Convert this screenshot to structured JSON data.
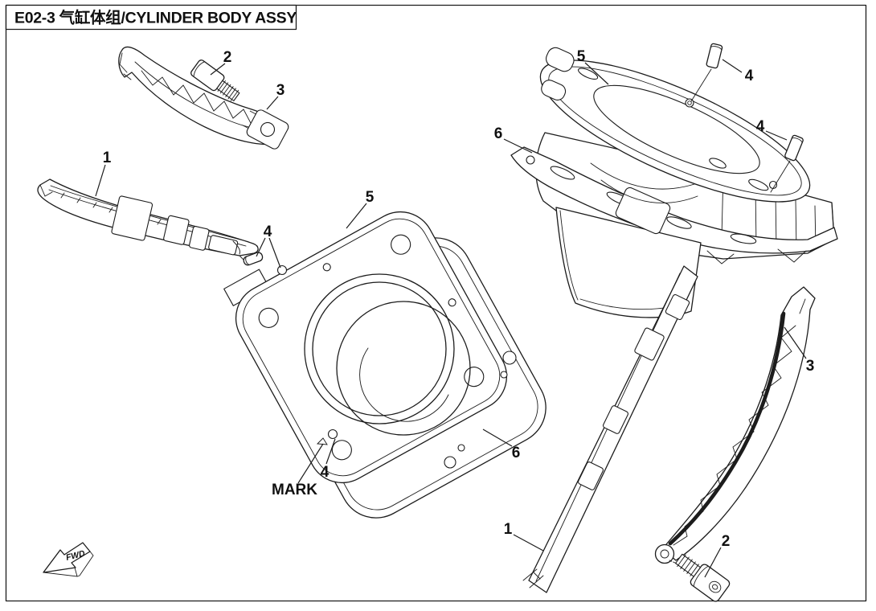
{
  "page": {
    "title": "E02-3 气缸体组/CYLINDER BODY ASSY",
    "mark_label": "MARK",
    "fwd_label": "FWD",
    "ink_color": "#1c1c1c"
  },
  "callouts": [
    {
      "label": "2",
      "points_to": "tensioner-pivot-bolt-top-left"
    },
    {
      "label": "3",
      "points_to": "curved-tensioner-guide-top-left"
    },
    {
      "label": "1",
      "points_to": "chain-guide-left"
    },
    {
      "label": "5",
      "points_to": "cylinder-gasket-front-view"
    },
    {
      "label": "4",
      "points_to": "dowel-pin-front-upper"
    },
    {
      "label": "4",
      "points_to": "dowel-pin-front-lower"
    },
    {
      "label": "6",
      "points_to": "cylinder-body-front-view"
    },
    {
      "label": "5",
      "points_to": "cylinder-head-gasket-top-right"
    },
    {
      "label": "4",
      "points_to": "dowel-pin-top-right-a"
    },
    {
      "label": "4",
      "points_to": "dowel-pin-top-right-b"
    },
    {
      "label": "6",
      "points_to": "cylinder-base-gasket-top-right"
    },
    {
      "label": "3",
      "points_to": "curved-tensioner-guide-right"
    },
    {
      "label": "1",
      "points_to": "chain-guide-right"
    },
    {
      "label": "2",
      "points_to": "tensioner-pivot-bolt-right"
    }
  ]
}
